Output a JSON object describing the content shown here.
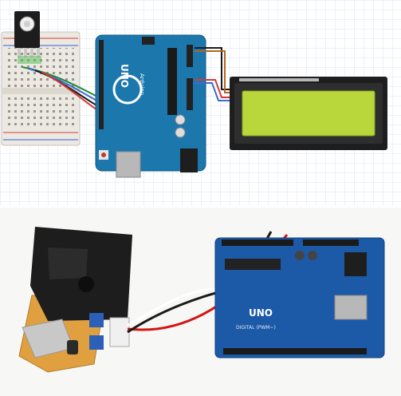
{
  "top_panel": {
    "board_label": "UNO",
    "board_brand": "Arduino",
    "board_model": "UNO",
    "lcd_lines": [
      "",
      ""
    ]
  },
  "bottom_panel": {
    "board_label": "UNO",
    "board_sublabel": "DIGITAL (PWM~)",
    "wire_colors": [
      "#ffffff",
      "#d21414",
      "#1a1a1a"
    ]
  },
  "colors": {
    "arduino_blue": "#1c77ad",
    "breadboard": "#ece9e2",
    "lcd_green": "#b9d63b",
    "lcd_bezel": "#1e1e1e",
    "pcb_orange": "#e0a040",
    "sensor_black": "#1d1d1d"
  }
}
